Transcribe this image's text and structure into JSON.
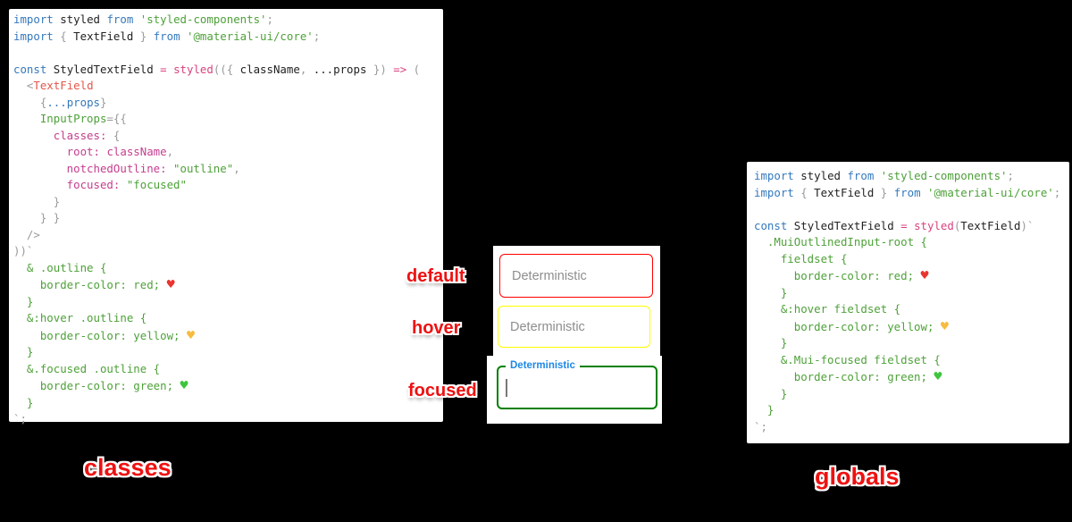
{
  "labels": {
    "default": "default",
    "hover": "hover",
    "focused": "focused",
    "classes": "classes",
    "globals": "globals",
    "color": "#ee1111"
  },
  "fields": {
    "default": {
      "placeholder": "Deterministic",
      "border_color": "red"
    },
    "hover": {
      "placeholder": "Deterministic",
      "border_color": "yellow"
    },
    "focused": {
      "label": "Deterministic",
      "border_color": "green",
      "label_color": "#1e88e5"
    }
  },
  "syntax_colors": {
    "keyword": "#3579bd",
    "plain": "#222222",
    "punct": "#9a9a9a",
    "string": "#4ea139",
    "css": "#4ea139",
    "objkey": "#c43e8e",
    "func": "#d8437f",
    "component": "#e45649",
    "spread": "#3579bd",
    "heart_red": "#e8352e",
    "heart_yellow": "#f6bc3f",
    "heart_green": "#3ec53e"
  },
  "code_blocks": {
    "classes": {
      "lines": [
        [
          [
            "k",
            "import"
          ],
          [
            "p",
            " styled "
          ],
          [
            "k",
            "from"
          ],
          [
            "p",
            " "
          ],
          [
            "s",
            "'styled-components'"
          ],
          [
            "g",
            ";"
          ]
        ],
        [
          [
            "k",
            "import"
          ],
          [
            "g",
            " { "
          ],
          [
            "p",
            "TextField"
          ],
          [
            "g",
            " } "
          ],
          [
            "k",
            "from"
          ],
          [
            "p",
            " "
          ],
          [
            "s",
            "'@material-ui/core'"
          ],
          [
            "g",
            ";"
          ]
        ],
        [],
        [
          [
            "k",
            "const"
          ],
          [
            "p",
            " StyledTextField "
          ],
          [
            "pk",
            "= "
          ],
          [
            "pk",
            "styled"
          ],
          [
            "g",
            "(("
          ],
          [
            "g",
            "{ "
          ],
          [
            "p",
            "className"
          ],
          [
            "g",
            ", "
          ],
          [
            "p",
            "...props"
          ],
          [
            "g",
            " }) "
          ],
          [
            "pk",
            "=>"
          ],
          [
            "g",
            " ("
          ]
        ],
        [
          [
            "g",
            "  <"
          ],
          [
            "cr",
            "TextField"
          ]
        ],
        [
          [
            "g",
            "    {"
          ],
          [
            "b",
            "...props"
          ],
          [
            "g",
            "}"
          ]
        ],
        [
          [
            "s",
            "    InputProps"
          ],
          [
            "g",
            "={{"
          ]
        ],
        [
          [
            "m",
            "      classes:"
          ],
          [
            "g",
            " {"
          ]
        ],
        [
          [
            "m",
            "        root:"
          ],
          [
            "p",
            " "
          ],
          [
            "m",
            "className"
          ],
          [
            "g",
            ","
          ]
        ],
        [
          [
            "m",
            "        notchedOutline:"
          ],
          [
            "p",
            " "
          ],
          [
            "s",
            "\"outline\""
          ],
          [
            "g",
            ","
          ]
        ],
        [
          [
            "m",
            "        focused:"
          ],
          [
            "p",
            " "
          ],
          [
            "s",
            "\"focused\""
          ]
        ],
        [
          [
            "g",
            "      }"
          ]
        ],
        [
          [
            "g",
            "    } }"
          ]
        ],
        [
          [
            "g",
            "  />"
          ]
        ],
        [
          [
            "g",
            "))`"
          ]
        ],
        [
          [
            "c",
            "  & .outline {"
          ]
        ],
        [
          [
            "c",
            "    border-color: red; "
          ],
          [
            "hr",
            "♥"
          ]
        ],
        [
          [
            "c",
            "  }"
          ]
        ],
        [
          [
            "c",
            "  &:hover .outline {"
          ]
        ],
        [
          [
            "c",
            "    border-color: yellow; "
          ],
          [
            "hy",
            "♥"
          ]
        ],
        [
          [
            "c",
            "  }"
          ]
        ],
        [
          [
            "c",
            "  &.focused .outline {"
          ]
        ],
        [
          [
            "c",
            "    border-color: green; "
          ],
          [
            "hg",
            "♥"
          ]
        ],
        [
          [
            "c",
            "  }"
          ]
        ],
        [
          [
            "g",
            "`;"
          ]
        ]
      ]
    },
    "globals": {
      "lines": [
        [
          [
            "k",
            "import"
          ],
          [
            "p",
            " styled "
          ],
          [
            "k",
            "from"
          ],
          [
            "p",
            " "
          ],
          [
            "s",
            "'styled-components'"
          ],
          [
            "g",
            ";"
          ]
        ],
        [
          [
            "k",
            "import"
          ],
          [
            "g",
            " { "
          ],
          [
            "p",
            "TextField"
          ],
          [
            "g",
            " } "
          ],
          [
            "k",
            "from"
          ],
          [
            "p",
            " "
          ],
          [
            "s",
            "'@material-ui/core'"
          ],
          [
            "g",
            ";"
          ]
        ],
        [],
        [
          [
            "k",
            "const"
          ],
          [
            "p",
            " StyledTextField "
          ],
          [
            "pk",
            "= "
          ],
          [
            "pk",
            "styled"
          ],
          [
            "g",
            "("
          ],
          [
            "p",
            "TextField"
          ],
          [
            "g",
            ")`"
          ]
        ],
        [
          [
            "c",
            "  .MuiOutlinedInput-root {"
          ]
        ],
        [
          [
            "c",
            "    fieldset {"
          ]
        ],
        [
          [
            "c",
            "      border-color: red; "
          ],
          [
            "hr",
            "♥"
          ]
        ],
        [
          [
            "c",
            "    }"
          ]
        ],
        [
          [
            "c",
            "    &:hover fieldset {"
          ]
        ],
        [
          [
            "c",
            "      border-color: yellow; "
          ],
          [
            "hy",
            "♥"
          ]
        ],
        [
          [
            "c",
            "    }"
          ]
        ],
        [
          [
            "c",
            "    &.Mui-focused fieldset {"
          ]
        ],
        [
          [
            "c",
            "      border-color: green; "
          ],
          [
            "hg",
            "♥"
          ]
        ],
        [
          [
            "c",
            "    }"
          ]
        ],
        [
          [
            "c",
            "  }"
          ]
        ],
        [
          [
            "g",
            "`;"
          ]
        ]
      ]
    }
  }
}
